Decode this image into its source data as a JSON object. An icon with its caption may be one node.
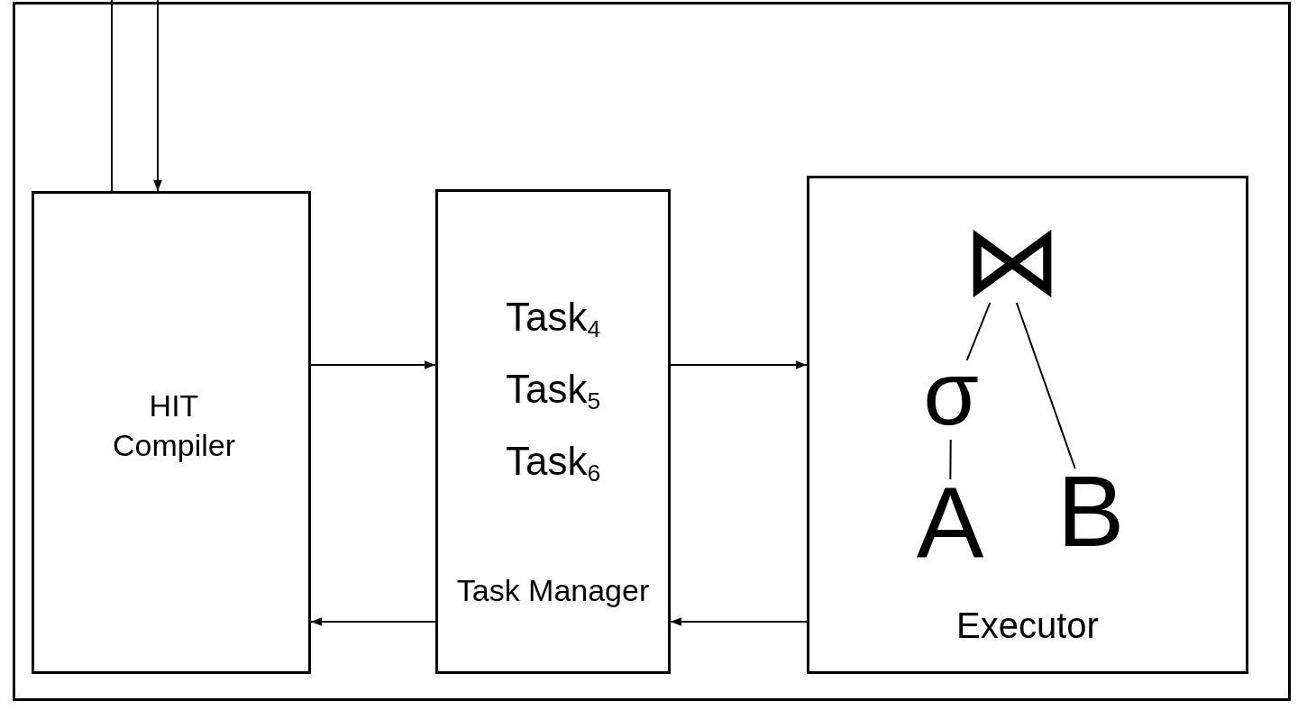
{
  "diagram": {
    "nodes": [
      {
        "text": [],
        "shape": "box"
      },
      {
        "text": [
          "HIT Compiler"
        ],
        "in": 0
      },
      {
        "text": [
          "Task$_{4}$",
          "Task$_{5}$",
          "Task$_{6}$",
          "Task Manager"
        ],
        "in": 0
      },
      {
        "text": [
          "Executor"
        ],
        "in": 0
      },
      {
        "text": [
          "⋈"
        ],
        "in": 3
      },
      {
        "text": [
          "σ"
        ],
        "in": 3
      },
      {
        "text": [
          "A"
        ],
        "in": 3
      },
      {
        "text": [
          "B"
        ],
        "in": 3
      }
    ],
    "edges": [
      {
        "from": 1,
        "to": null,
        "arrow": "none"
      },
      {
        "from": null,
        "to": 1,
        "arrow": "to"
      },
      {
        "from": 1,
        "to": 2,
        "arrow": "to"
      },
      {
        "from": 2,
        "to": 3,
        "arrow": "to"
      },
      {
        "from": 3,
        "to": 2,
        "arrow": "to"
      },
      {
        "from": 2,
        "to": 1,
        "arrow": "to"
      },
      {
        "from": 4,
        "to": 5,
        "arrow": "none"
      },
      {
        "from": 4,
        "to": 7,
        "arrow": "none"
      },
      {
        "from": 5,
        "to": 6,
        "arrow": "none"
      }
    ]
  }
}
